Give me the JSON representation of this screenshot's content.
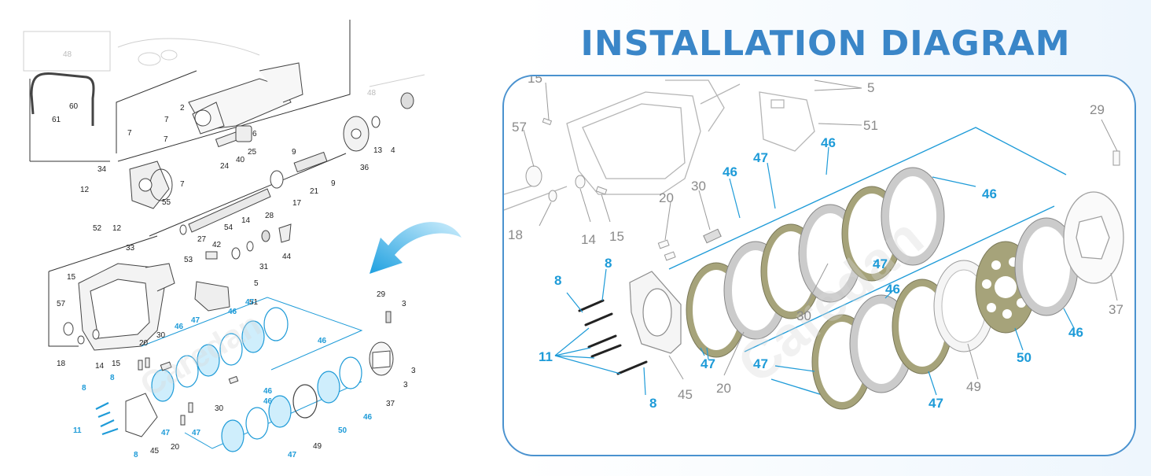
{
  "header": {
    "title": "INSTALLATION DIAGRAM"
  },
  "watermark": "Caredan",
  "colors": {
    "accent": "#3a86c8",
    "highlight": "#1e9bd8",
    "parts_line": "#888888",
    "friction_disc": "#a6a37a",
    "steel_plate": "#c9c9c9"
  },
  "overview_labels": {
    "n48": "48",
    "n60": "60",
    "n61": "61",
    "n2": "2",
    "n7a": "7",
    "n7b": "7",
    "n7c": "7",
    "n6": "6",
    "n25": "25",
    "n40": "40",
    "n24": "24",
    "n34": "34",
    "n12a": "12",
    "n12b": "12",
    "n52": "52",
    "n55": "55",
    "n7d": "7",
    "n9a": "9",
    "n9b": "9",
    "n36": "36",
    "n13": "13",
    "n4": "4",
    "n48b": "48",
    "n21": "21",
    "n28": "28",
    "n17": "17",
    "n14": "14",
    "n54": "54",
    "n27": "27",
    "n42": "42",
    "n53": "53",
    "n31": "31",
    "n44": "44",
    "n33": "33",
    "n15": "15",
    "n5": "5",
    "n51": "51",
    "n57": "57",
    "n18": "18",
    "n14b": "14",
    "n15b": "15",
    "n29": "29",
    "n3a": "3",
    "n3b": "3",
    "n3c": "3",
    "n20a": "20",
    "n30a": "30",
    "n37": "37",
    "n30b": "30",
    "n20b": "20",
    "n45": "45",
    "n49": "49",
    "b46a": "46",
    "b47a": "47",
    "b46b": "46",
    "b47b": "47",
    "b46c": "46",
    "b8a": "8",
    "b8b": "8",
    "b11": "11",
    "b8c": "8",
    "b47c": "47",
    "b46d": "46",
    "b47d": "47",
    "b46e": "46",
    "b50": "50",
    "b47e": "47",
    "b46f": "46"
  },
  "detail_labels": {
    "n15": "15",
    "n5": "5",
    "n51": "51",
    "n57": "57",
    "n29": "29",
    "n18": "18",
    "n14": "14",
    "n15b": "15",
    "n20a": "20",
    "n30a": "30",
    "n30b": "30",
    "n45": "45",
    "n20b": "20",
    "n49": "49",
    "n37": "37",
    "b46a": "46",
    "b47a": "47",
    "b46b": "46",
    "b46c": "46",
    "b47b": "47",
    "b8a": "8",
    "b8b": "8",
    "b11": "11",
    "b8c": "8",
    "b47c": "47",
    "b47d": "47",
    "b46d": "46",
    "b47e": "47",
    "b50": "50",
    "b46e": "46"
  }
}
